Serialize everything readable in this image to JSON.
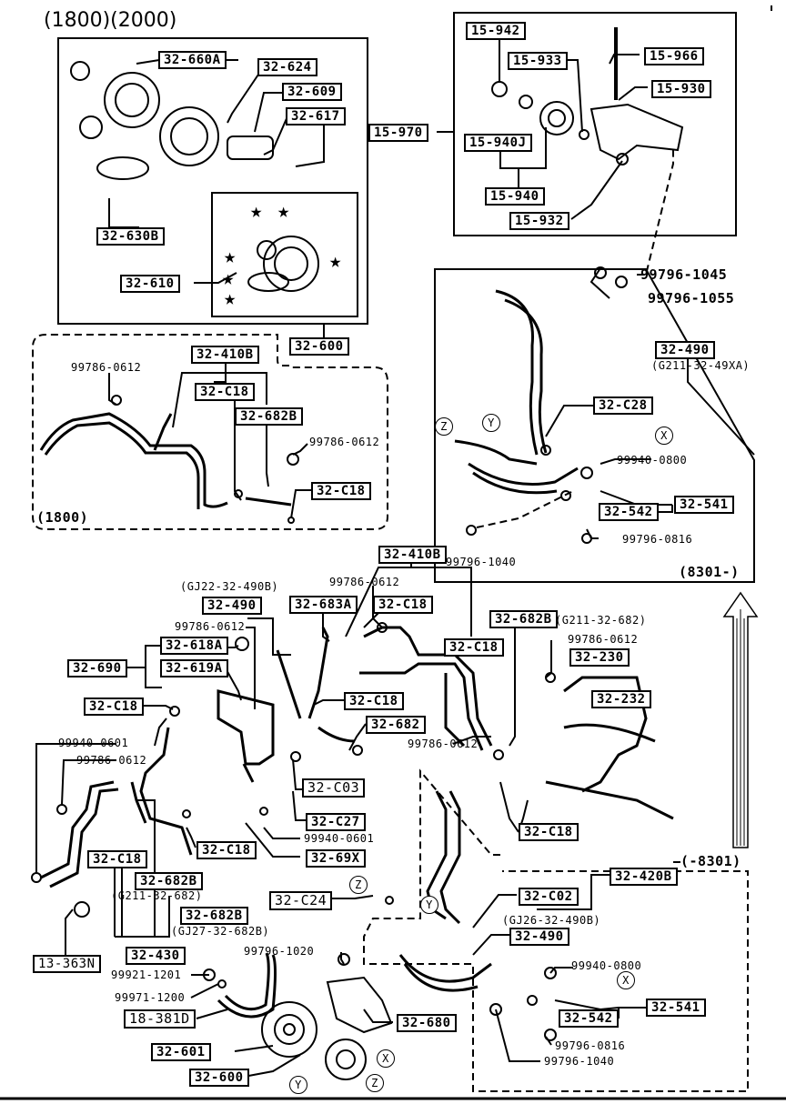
{
  "header": "(1800)(2000)",
  "labels": {
    "p32_660A": "32-660A",
    "p32_624": "32-624",
    "p32_609": "32-609",
    "p32_617": "32-617",
    "p32_630B": "32-630B",
    "p32_610": "32-610",
    "p32_600a": "32-600",
    "p15_942": "15-942",
    "p15_933": "15-933",
    "p15_966": "15-966",
    "p15_930": "15-930",
    "p15_970": "15-970",
    "p15_940J": "15-940J",
    "p15_940": "15-940",
    "p15_932": "15-932",
    "b99796_1045": "99796-1045",
    "b99796_1055": "99796-1055",
    "p32_410B_a": "32-410B",
    "b99786_0612_a": "99786-0612",
    "p32_C18_a": "32-C18",
    "p32_682B_a": "32-682B",
    "b99786_0612_b": "99786-0612",
    "p32_C18_b": "32-C18",
    "variant_1800": "(1800)",
    "p32_490_a": "32-490",
    "g211_3249xa": "(G211-32-49XA)",
    "p32_C28": "32-C28",
    "b99940_0800_a": "99940-0800",
    "p32_542_a": "32-542",
    "p32_541_a": "32-541",
    "b99796_0816_a": "99796-0816",
    "b99796_1040_a": "99796-1040",
    "r8301_a": "(8301-)",
    "p32_410B_b": "32-410B",
    "gj22": "(GJ22-32-490B)",
    "b99786_0612_c": "99786-0612",
    "p32_490_b": "32-490",
    "p32_683A": "32-683A",
    "p32_C18_c": "32-C18",
    "p32_682B_b": "32-682B",
    "g211_32682": "(G211-32-682)",
    "b99786_0612_d": "99786-0612",
    "b99786_0612_e": "99786-0612",
    "p32_618A": "32-618A",
    "p32_619A": "32-619A",
    "p32_690": "32-690",
    "p32_C18_d": "32-C18",
    "p32_230": "32-230",
    "p32_232": "32-232",
    "p32_C18_e": "32-C18",
    "p32_C18_f": "32-C18",
    "p32_682": "32-682",
    "b99940_0601_a": "99940-0601",
    "b99786_0612_f": "99786-0612",
    "b99786_0612_g": "99786-0612",
    "p32_C03": "32-C03",
    "p32_C27": "32-C27",
    "b99940_0601_b": "99940-0601",
    "p32_69X": "32-69X",
    "p32_C18_g": "32-C18",
    "p32_C18_h": "32-C18",
    "r8301_b": "(-8301)",
    "p32_C18_i": "32-C18",
    "p32_682B_c": "32-682B",
    "g211_32682_b": "(G211-32-682)",
    "p32_420B": "32-420B",
    "p32_C24": "32-C24",
    "p32_C02": "32-C02",
    "p32_682B_d": "32-682B",
    "gj27": "(GJ27-32-682B)",
    "gj26": "(GJ26-32-490B)",
    "p32_490_c": "32-490",
    "p13_363N": "13-363N",
    "p32_430": "32-430",
    "b99796_1020": "99796-1020",
    "b99921_1201": "99921-1201",
    "b99971_1200": "99971-1200",
    "b99940_0800_b": "99940-0800",
    "p18_381D": "18-381D",
    "p32_542_b": "32-542",
    "p32_541_b": "32-541",
    "p32_680": "32-680",
    "b99796_0816_b": "99796-0816",
    "p32_601": "32-601",
    "b99796_1040_b": "99796-1040",
    "p32_600b": "32-600"
  },
  "markers": {
    "Z": "Z",
    "Y": "Y",
    "X": "X"
  },
  "star": "★"
}
